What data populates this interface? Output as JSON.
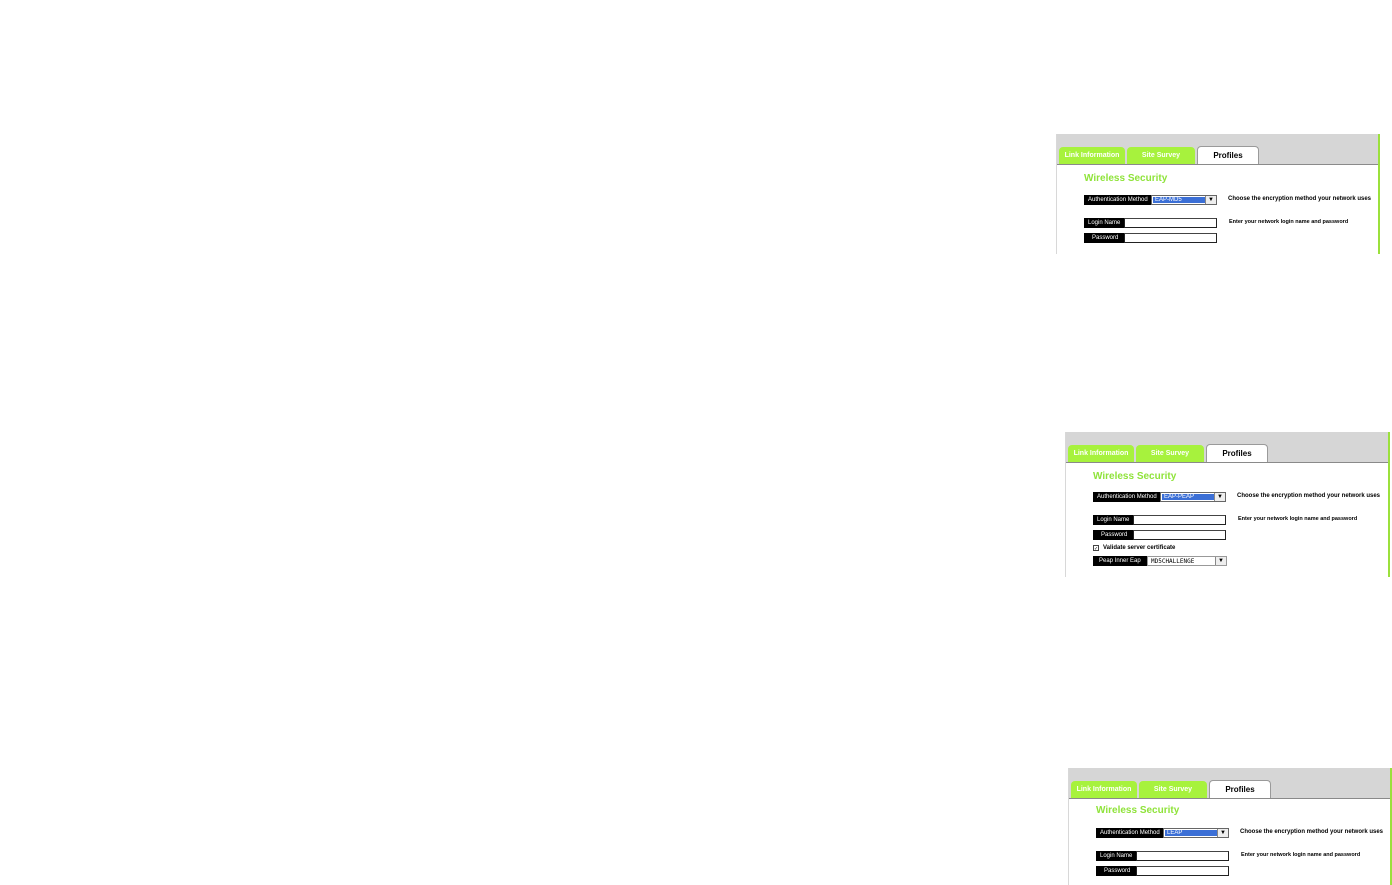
{
  "tabs": {
    "link_information": "Link Information",
    "site_survey": "Site Survey",
    "profiles": "Profiles"
  },
  "section_title": "Wireless Security",
  "labels": {
    "authentication_method": "Authentication Method",
    "login_name": "Login Name",
    "password": "Password",
    "peap_inner_eap": "Peap Inner Eap"
  },
  "hints": {
    "encryption": "Choose the encryption method your network uses",
    "login": "Enter your network login name and password"
  },
  "panels": [
    {
      "auth_value": "EAP-MD5"
    },
    {
      "auth_value": "EAP-PEAP",
      "validate_label": "Validate server certificate",
      "validate_checked": "✓",
      "peap_inner_value": "MD5CHALLENGE"
    },
    {
      "auth_value": "LEAP"
    }
  ],
  "colors": {
    "accent_green": "#a7f23d",
    "select_blue": "#3b6fd6"
  },
  "icons": {
    "dropdown": "chevron-down-icon",
    "checkbox": "check-icon"
  }
}
